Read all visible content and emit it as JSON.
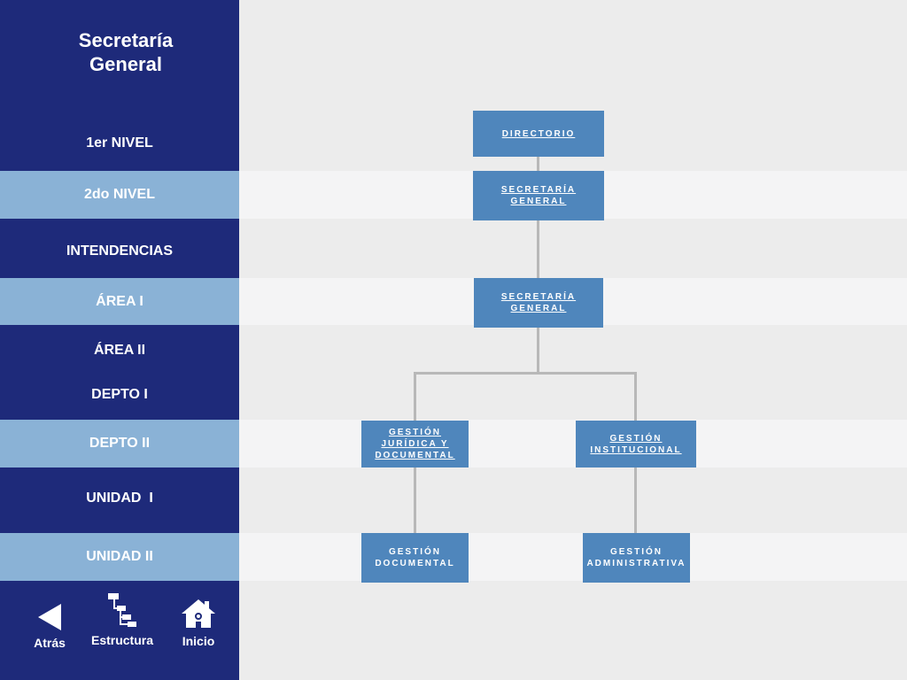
{
  "sidebar": {
    "title_line1": "Secretaría",
    "title_line2": "General",
    "levels": [
      "1er NIVEL",
      "2do NIVEL",
      "INTENDENCIAS",
      "ÁREA I",
      "ÁREA II",
      "DEPTO I",
      "DEPTO II",
      "UNIDAD  I",
      "UNIDAD II"
    ],
    "nav": {
      "back": "Atrás",
      "structure": "Estructura",
      "home": "Inicio"
    }
  },
  "chart": {
    "directorio": "DIRECTORIO",
    "sec_general_1": [
      "SECRETARÍA",
      "GENERAL"
    ],
    "sec_general_2": [
      "SECRETARÍA",
      "GENERAL"
    ],
    "gestion_juridica": [
      "GESTIÓN",
      "JURÍDICA Y",
      "DOCUMENTAL"
    ],
    "gestion_institucional": [
      "GESTIÓN",
      "INSTITUCIONAL"
    ],
    "gestion_documental": [
      "GESTIÓN",
      "DOCUMENTAL"
    ],
    "gestion_administrativa": [
      "GESTIÓN",
      "ADMINISTRATIVA"
    ]
  },
  "colors": {
    "sidebar": "#1e2a7a",
    "highlight": "#8ab2d6",
    "box": "#4f86bc",
    "connector": "#b8b8b8"
  }
}
